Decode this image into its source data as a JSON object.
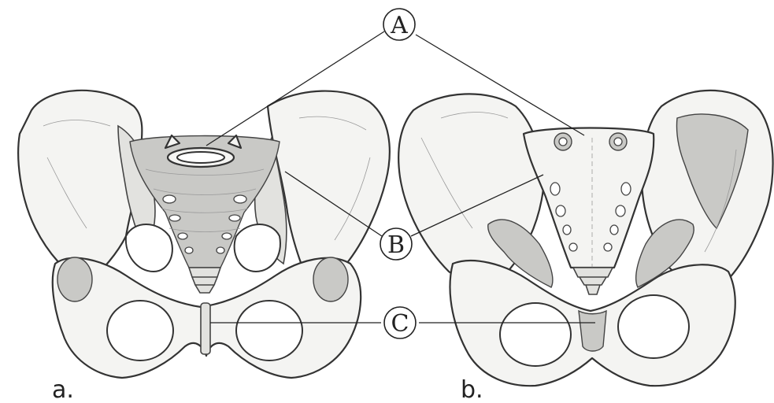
{
  "callouts": {
    "A": "A",
    "B": "B",
    "C": "C"
  },
  "figures": {
    "a": "a.",
    "b": "b."
  }
}
